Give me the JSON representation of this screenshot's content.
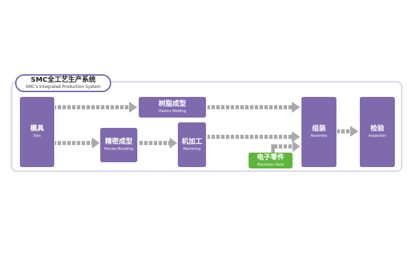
{
  "header": {
    "title": "SMC全工艺生产系统",
    "subtitle": "SMC's Integrated Production System"
  },
  "nodes": {
    "dies": {
      "label": "模具",
      "sub": "Dies"
    },
    "plastic_molding": {
      "label": "树脂成型",
      "sub": "Plastics Molding"
    },
    "precise_moulding": {
      "label": "精密成型",
      "sub": "Precise Moulding"
    },
    "machining": {
      "label": "机加工",
      "sub": "Machining"
    },
    "electronic_parts": {
      "label": "电子零件",
      "sub": "Electronic Parts"
    },
    "assembly": {
      "label": "组装",
      "sub": "Assembly"
    },
    "inspection": {
      "label": "检验",
      "sub": "Inspection"
    }
  },
  "colors": {
    "node": "#7f6aae",
    "node_green": "#5fb63d",
    "arrow": "#a9a9a9",
    "frame": "#d8d6ea",
    "tab_border": "#7766aa"
  }
}
